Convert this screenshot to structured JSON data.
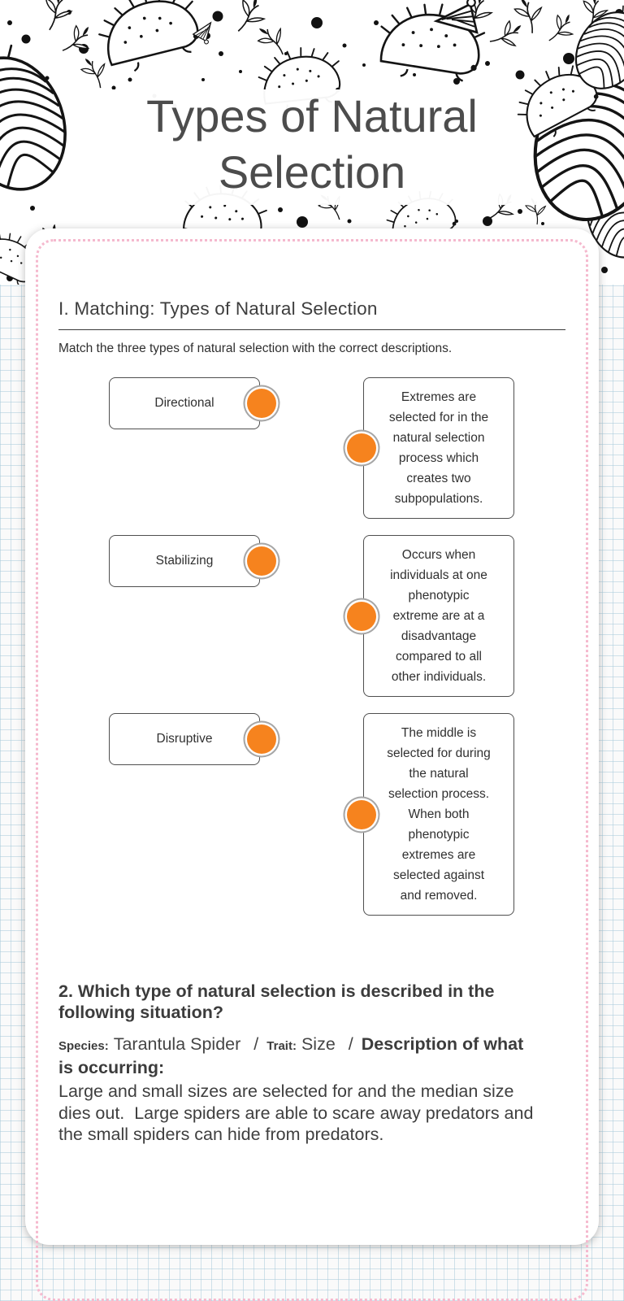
{
  "header": {
    "title": "Types of Natural Selection"
  },
  "matching": {
    "section_title": "I. Matching: Types of Natural Selection",
    "instruction": "Match the three types of natural selection with the correct descriptions.",
    "pairs": [
      {
        "term": "Directional",
        "description": "Extremes are selected for in the natural selection process which creates two subpopulations."
      },
      {
        "term": "Stabilizing",
        "description": "Occurs when individuals at one phenotypic extreme are at a disadvantage compared to all other individuals."
      },
      {
        "term": "Disruptive",
        "description": "The middle is selected for during the natural selection process. When both phenotypic extremes are selected against and removed."
      }
    ]
  },
  "question2": {
    "heading": "2. Which type of natural selection is described in the following situation?",
    "species_label": "Species:",
    "species_value": "Tarantula Spider",
    "separator": "/",
    "trait_label": "Trait:",
    "trait_value": "Size",
    "description_label": "Description of what is occurring:",
    "body": "Large and small sizes are selected for and the median size dies out.  Large spiders are able to scare away predators and the small spiders can hide from predators."
  },
  "colors": {
    "connector_orange": "#f6831e",
    "connector_ring_gray": "#a6a6a6",
    "card_border_pink": "#f5b9ce",
    "grid_blue": "#aacbdb",
    "title_gray": "#4c4c4c",
    "text_dark": "#3a3a3a"
  }
}
